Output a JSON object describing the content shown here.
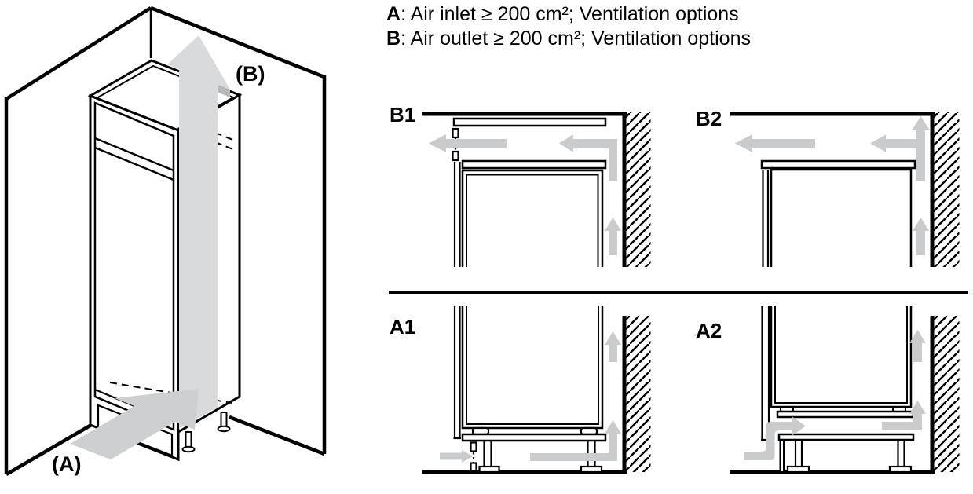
{
  "colors": {
    "background": "#ffffff",
    "line": "#000000",
    "arrow_gray": "#c9cbcc",
    "channel_gray": "#d8dadb",
    "arrow_shade_gray": "#b6b8b9"
  },
  "legend": {
    "items": [
      {
        "key": "A",
        "text": ": Air inlet ≥ 200 cm²; Ventilation options"
      },
      {
        "key": "B",
        "text": ": Air outlet ≥ 200 cm²; Ventilation options"
      }
    ]
  },
  "isometric_view": {
    "air_inlet_label": "(A)",
    "air_outlet_label": "(B)"
  },
  "ventilation_options": [
    {
      "id": "B1",
      "label": "B1"
    },
    {
      "id": "B2",
      "label": "B2"
    },
    {
      "id": "A1",
      "label": "A1"
    },
    {
      "id": "A2",
      "label": "A2"
    }
  ]
}
